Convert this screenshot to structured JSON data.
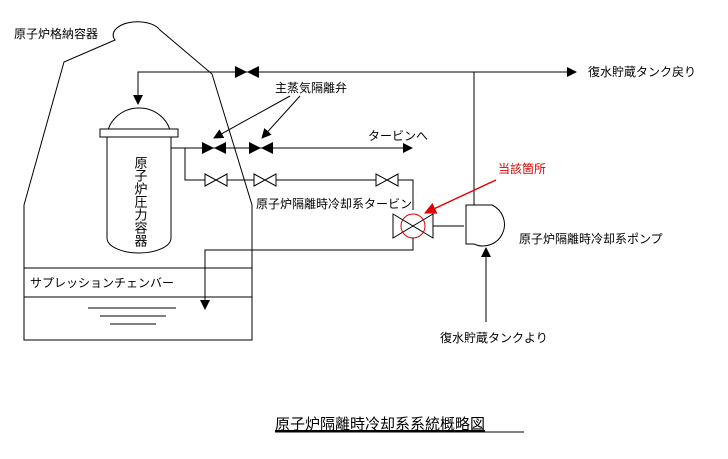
{
  "labels": {
    "containment": "原子炉格納容器",
    "rpv": "原子炉圧力容器",
    "msiv": "主蒸気隔離弁",
    "to_turbine": "タービンへ",
    "to_cst_return": "復水貯蔵タンク戻り",
    "rcic_turbine": "原子炉隔離時冷却系タービン",
    "rcic_pump": "原子炉隔離時冷却系ポンプ",
    "suppression_chamber": "サプレッションチェンバー",
    "from_cst": "復水貯蔵タンクより",
    "location": "当該箇所",
    "title": "原子炉隔離時冷却系系統概略図"
  },
  "colors": {
    "line": "#000000",
    "highlight": "#e00000"
  }
}
